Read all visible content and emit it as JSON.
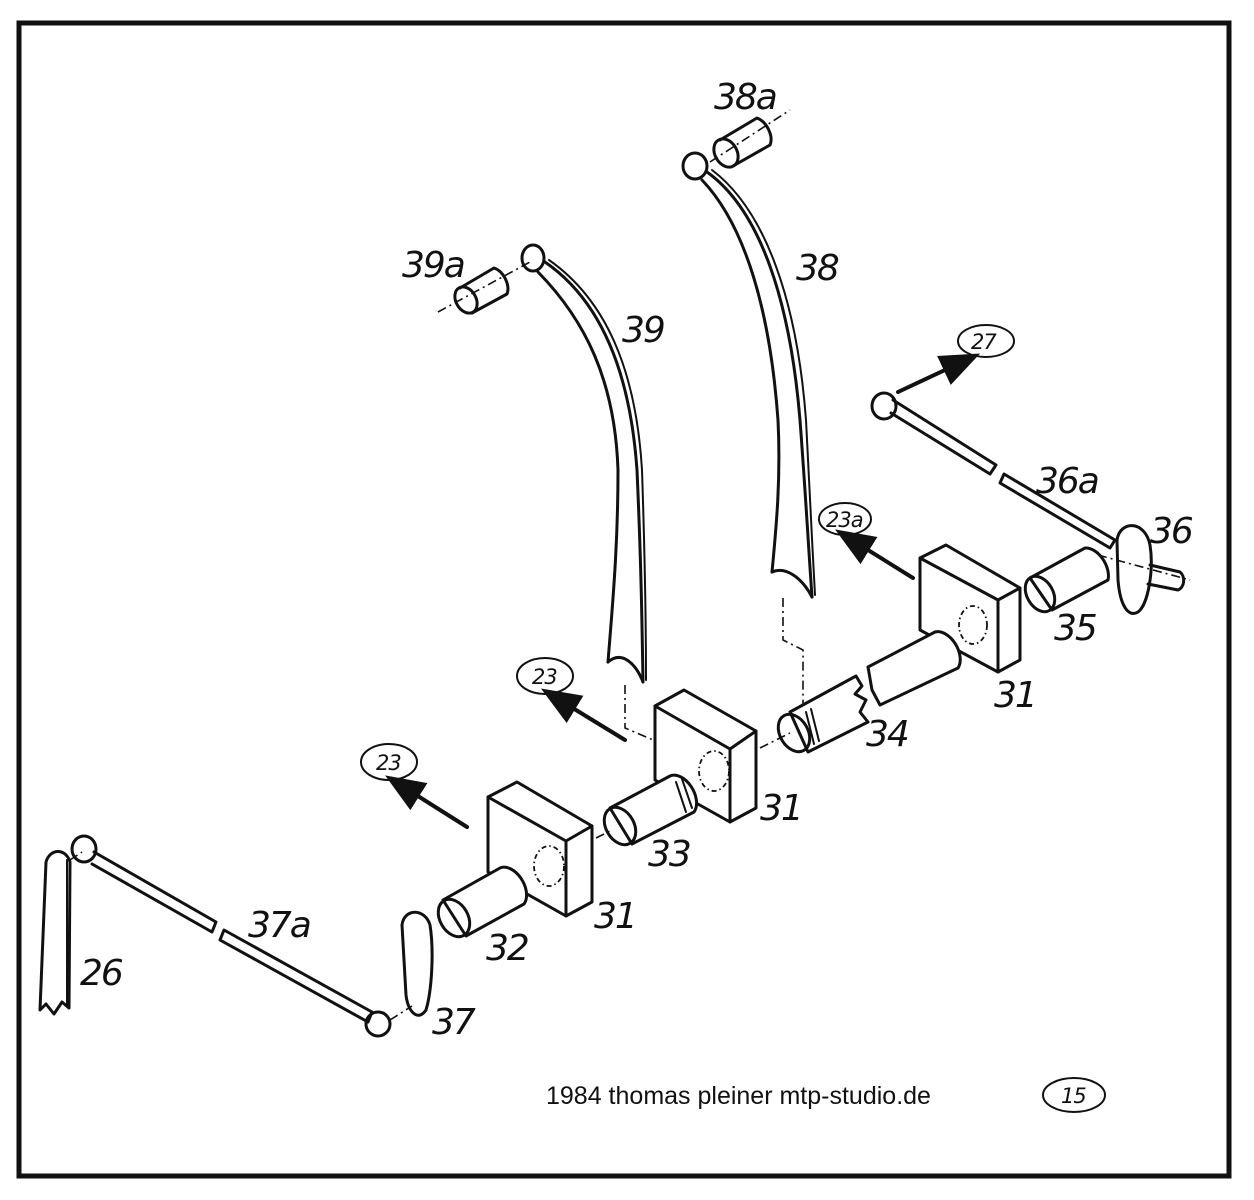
{
  "diagram": {
    "type": "exploded assembly drawing",
    "part_labels": {
      "p26": "26",
      "p31a": "31",
      "p31b": "31",
      "p31c": "31",
      "p32": "32",
      "p33": "33",
      "p34": "34",
      "p35": "35",
      "p36": "36",
      "p36a": "36a",
      "p37": "37",
      "p37a": "37a",
      "p38": "38",
      "p38a": "38a",
      "p39": "39",
      "p39a": "39a"
    },
    "reference_callouts": {
      "r23_left": "23",
      "r23_mid": "23",
      "r23a": "23a",
      "r27": "27"
    },
    "footer": {
      "credit": "1984 thomas pleiner mtp-studio.de",
      "page_number": "15"
    }
  }
}
